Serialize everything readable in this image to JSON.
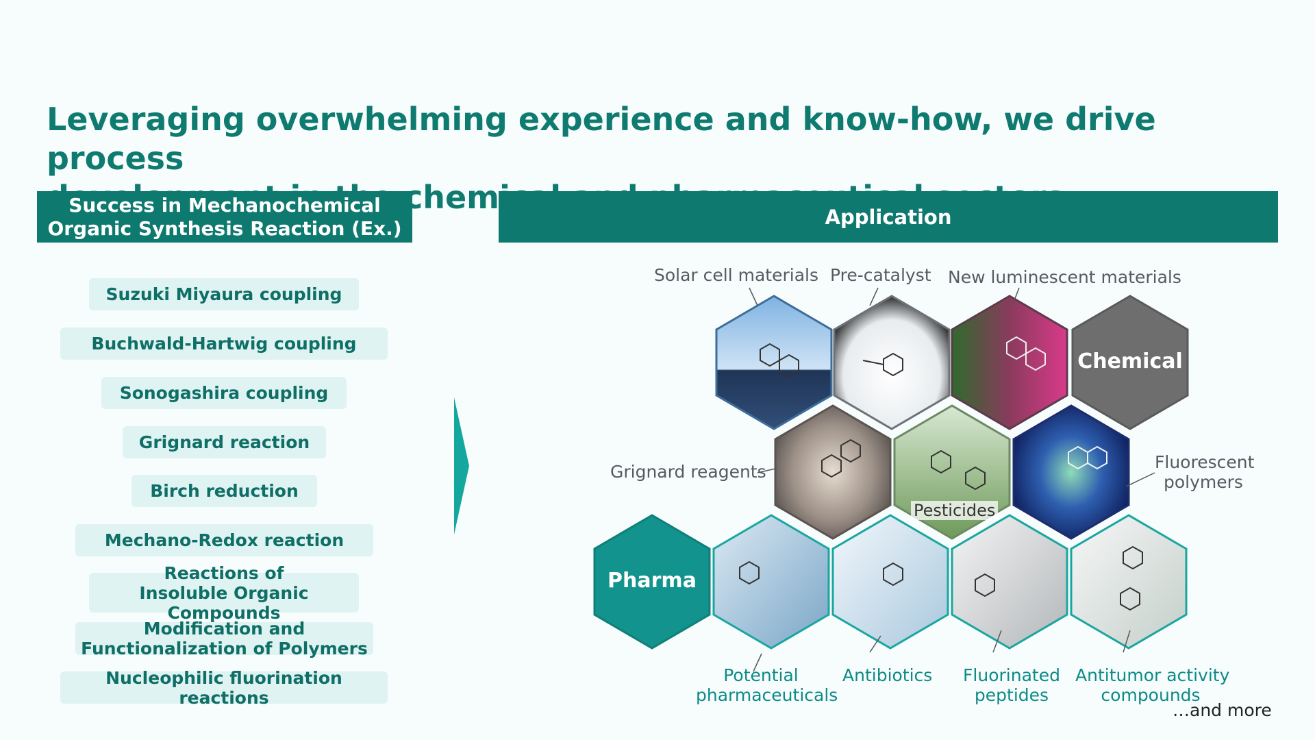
{
  "headline": {
    "line1": "Leveraging overwhelming experience and know-how, we drive process",
    "line2": "development in the chemical and pharmaceutical sectors."
  },
  "left_panel": {
    "title_line1": "Success in Mechanochemical",
    "title_line2": "Organic Synthesis Reaction (Ex.)",
    "items": [
      {
        "line1": "Suzuki Miyaura coupling"
      },
      {
        "line1": "Buchwald-Hartwig coupling"
      },
      {
        "line1": "Sonogashira coupling"
      },
      {
        "line1": "Grignard reaction"
      },
      {
        "line1": "Birch reduction"
      },
      {
        "line1": "Mechano-Redox reaction"
      },
      {
        "line1": "Reactions of",
        "line2": "Insoluble Organic Compounds"
      },
      {
        "line1": "Modification and",
        "line2": "Functionalization of Polymers"
      },
      {
        "line1": "Nucleophilic fluorination reactions"
      }
    ]
  },
  "right_panel": {
    "title": "Application",
    "hex_labels": {
      "chemical": "Chemical",
      "pharma": "Pharma"
    },
    "top_labels": {
      "solar": "Solar cell materials",
      "precatalyst": "Pre-catalyst",
      "luminescent": "New luminescent materials"
    },
    "side_labels": {
      "grignard": "Grignard reagents",
      "fluorescent_line1": "Fluorescent",
      "fluorescent_line2": "polymers",
      "pesticides": "Pesticides"
    },
    "bottom_labels": {
      "potential_line1": "Potential",
      "potential_line2": "pharmaceuticals",
      "antibiotics": "Antibiotics",
      "fluorinated_line1": "Fluorinated",
      "fluorinated_line2": "peptides",
      "antitumor_line1": "Antitumor activity",
      "antitumor_line2": "compounds"
    },
    "more": "…and more"
  },
  "colors": {
    "brand_teal": "#0e7a6f",
    "pill_bg": "#dff3f3",
    "chemical_gray": "#6e6e6e",
    "pharma_teal": "#12938d"
  }
}
